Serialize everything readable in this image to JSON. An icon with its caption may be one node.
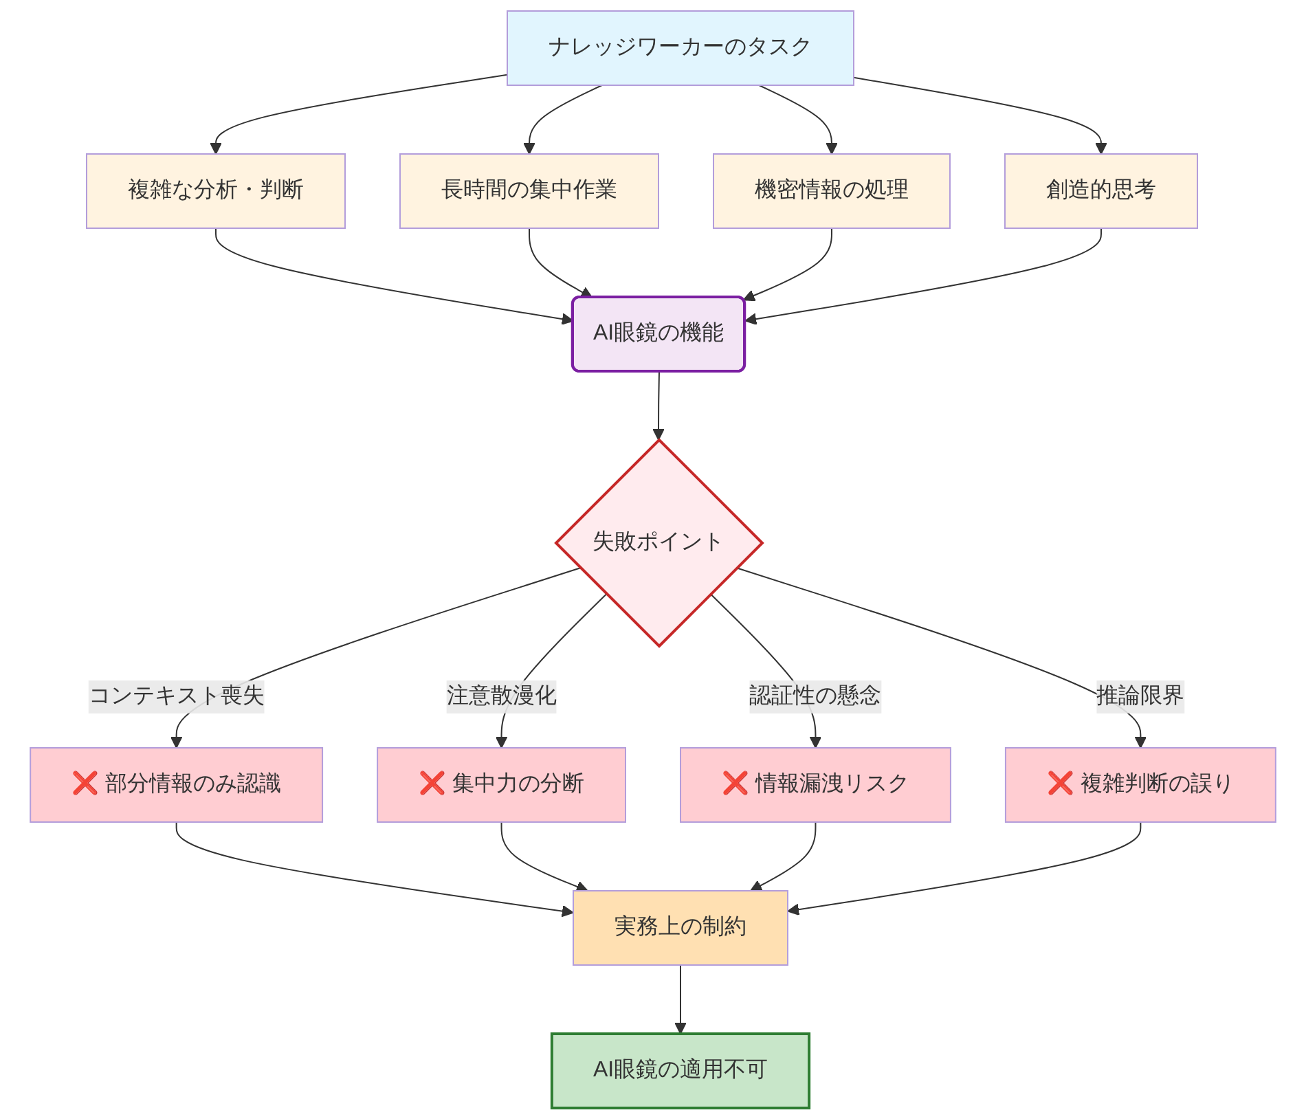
{
  "diagram": {
    "nodes": [
      {
        "text": [
          "ナレッジワーカーのタスク"
        ]
      },
      {
        "text": [
          "複雑な分析・判断"
        ]
      },
      {
        "text": [
          "長時間の集中作業"
        ]
      },
      {
        "text": [
          "機密情報の処理"
        ]
      },
      {
        "text": [
          "創造的思考"
        ]
      },
      {
        "text": [
          "AI眼鏡の機能"
        ]
      },
      {
        "text": [
          "失敗ポイント"
        ]
      },
      {
        "text": [
          "❌ 部分情報のみ認識"
        ]
      },
      {
        "text": [
          "❌ 集中力の分断"
        ]
      },
      {
        "text": [
          "❌ 情報漏洩リスク"
        ]
      },
      {
        "text": [
          "❌ 複雑判断の誤り"
        ]
      },
      {
        "text": [
          "実務上の制約"
        ]
      },
      {
        "text": [
          "AI眼鏡の適用不可"
        ]
      }
    ],
    "edges": [
      {
        "from": 0,
        "to": 1,
        "arrow": "to"
      },
      {
        "from": 0,
        "to": 2,
        "arrow": "to"
      },
      {
        "from": 0,
        "to": 3,
        "arrow": "to"
      },
      {
        "from": 0,
        "to": 4,
        "arrow": "to"
      },
      {
        "from": 1,
        "to": 5,
        "arrow": "to"
      },
      {
        "from": 2,
        "to": 5,
        "arrow": "to"
      },
      {
        "from": 3,
        "to": 5,
        "arrow": "to"
      },
      {
        "from": 4,
        "to": 5,
        "arrow": "to"
      },
      {
        "from": 5,
        "to": 6,
        "arrow": "to"
      },
      {
        "from": 6,
        "to": 7,
        "label": "コンテキスト喪失",
        "arrow": "to"
      },
      {
        "from": 6,
        "to": 8,
        "label": "注意散漫化",
        "arrow": "to"
      },
      {
        "from": 6,
        "to": 9,
        "label": "認証性の懸念",
        "arrow": "to"
      },
      {
        "from": 6,
        "to": 10,
        "label": "推論限界",
        "arrow": "to"
      },
      {
        "from": 7,
        "to": 11,
        "arrow": "to"
      },
      {
        "from": 8,
        "to": 11,
        "arrow": "to"
      },
      {
        "from": 9,
        "to": 11,
        "arrow": "to"
      },
      {
        "from": 10,
        "to": 11,
        "arrow": "to"
      },
      {
        "from": 11,
        "to": 12,
        "arrow": "to"
      }
    ]
  }
}
